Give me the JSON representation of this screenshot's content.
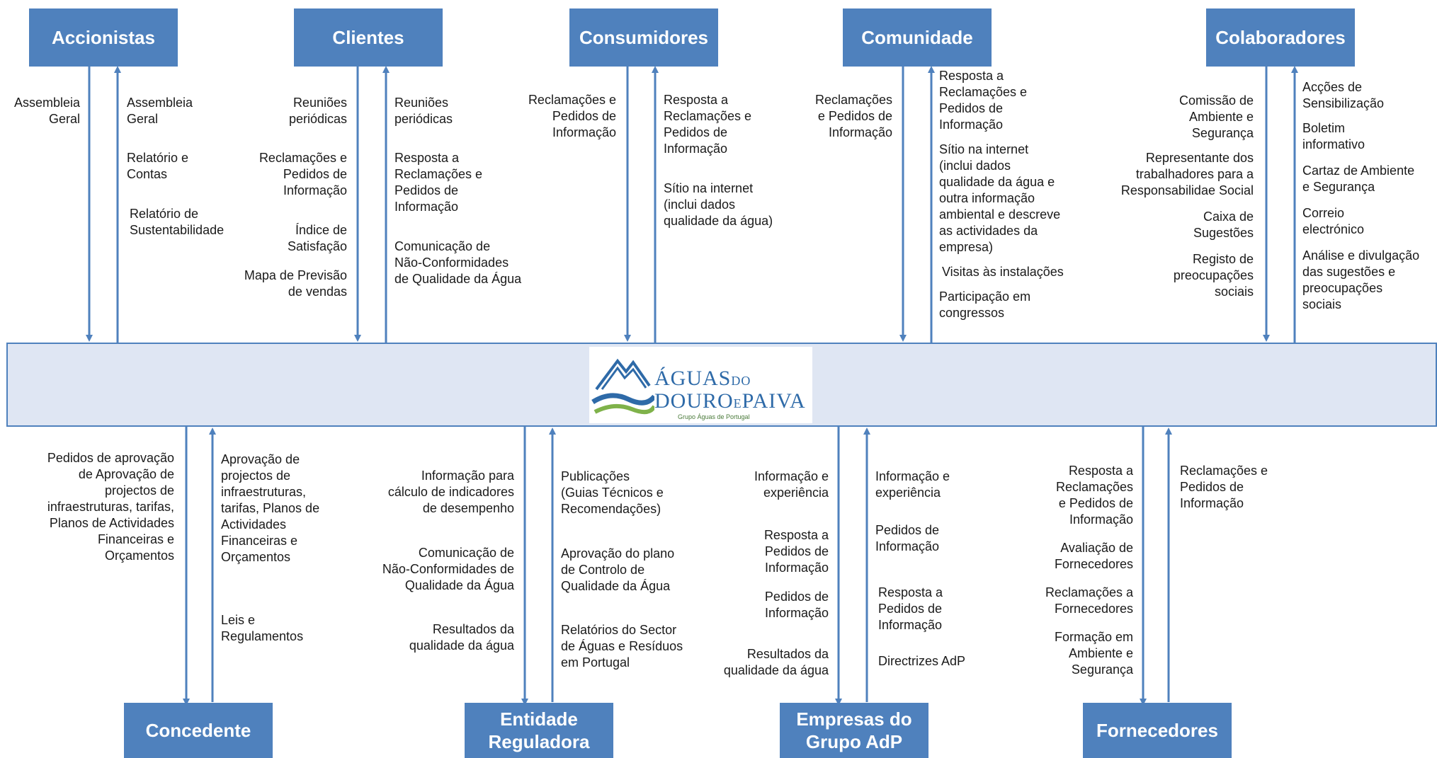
{
  "stakeholders": {
    "accionistas": "Accionistas",
    "clientes": "Clientes",
    "consumidores": "Consumidores",
    "comunidade": "Comunidade",
    "colaboradores": "Colaboradores",
    "concedente": "Concedente",
    "entidade_reguladora": "Entidade\nReguladora",
    "empresas_grupo": "Empresas do\nGrupo AdP",
    "fornecedores": "Fornecedores"
  },
  "logo": {
    "line1_big": "ÁGUAS",
    "line1_small": "DO",
    "line2_big": "DOURO",
    "line2_small": "E",
    "line2_big2": "PAIVA",
    "tagline": "Grupo Águas de Portugal"
  },
  "flows": {
    "accionistas_in": [
      "Assembleia\nGeral"
    ],
    "accionistas_out": [
      "Assembleia\nGeral",
      "Relatório e\nContas",
      "Relatório de\nSustentabilidade"
    ],
    "clientes_in": [
      "Reuniões\nperiódicas",
      "Reclamações e\nPedidos de\nInformação",
      "Índice de\nSatisfação",
      "Mapa de Previsão\nde vendas"
    ],
    "clientes_out": [
      "Reuniões\nperiódicas",
      "Resposta a\nReclamações e\nPedidos de\nInformação",
      "Comunicação de\nNão-Conformidades\nde Qualidade da Água"
    ],
    "consumidores_in": [
      "Reclamações e\nPedidos de\nInformação"
    ],
    "consumidores_out": [
      "Resposta a\nReclamações e\nPedidos de\nInformação",
      "Sítio na internet\n(inclui dados\nqualidade da água)"
    ],
    "comunidade_in": [
      "Reclamações\ne Pedidos de\nInformação"
    ],
    "comunidade_out": [
      "Resposta a\nReclamações e\nPedidos de\nInformação",
      "Sítio na internet\n(inclui dados\nqualidade da água e\noutra informação\nambiental e descreve\nas actividades da\nempresa)",
      "Visitas às instalações",
      "Participação em\ncongressos"
    ],
    "colaboradores_in": [
      "Comissão de\nAmbiente e\nSegurança",
      "Representante dos\ntrabalhadores para a\nResponsabilidae Social",
      "Caixa de\nSugestões",
      "Registo de\npreocupações\nsociais"
    ],
    "colaboradores_out": [
      "Acções de\nSensibilização",
      "Boletim\ninformativo",
      "Cartaz de Ambiente\ne Segurança",
      "Correio\nelectrónico",
      "Análise e divulgação\ndas sugestões e\npreocupações\nsociais"
    ],
    "concedente_in": [
      "Pedidos de aprovação\nde Aprovação de\nprojectos de\ninfraestruturas, tarifas,\nPlanos de Actividades\nFinanceiras e\nOrçamentos"
    ],
    "concedente_out": [
      "Aprovação de\nprojectos de\ninfraestruturas,\ntarifas, Planos de\nActividades\nFinanceiras e\nOrçamentos",
      "Leis e\nRegulamentos"
    ],
    "reguladora_in": [
      "Informação para\ncálculo de indicadores\nde desempenho",
      "Comunicação de\nNão-Conformidades de\nQualidade da Água",
      "Resultados da\nqualidade da água"
    ],
    "reguladora_out": [
      "Publicações\n(Guias Técnicos e\nRecomendações)",
      "Aprovação do plano\nde Controlo de\nQualidade da Água",
      "Relatórios do Sector\nde Águas e Resíduos\nem Portugal"
    ],
    "grupo_in": [
      "Informação e\nexperiência",
      "Resposta a\nPedidos de\nInformação",
      "Pedidos de\nInformação",
      "Resultados da\nqualidade da água"
    ],
    "grupo_out": [
      "Informação e\nexperiência",
      "Pedidos de\nInformação",
      "Resposta a\nPedidos de\nInformação",
      "Directrizes AdP"
    ],
    "fornecedores_in": [
      "Resposta a\nReclamações\ne Pedidos de\nInformação",
      "Avaliação de\nFornecedores",
      "Reclamações a\nFornecedores",
      "Formação em\nAmbiente e\nSegurança"
    ],
    "fornecedores_out": [
      "Reclamações e\nPedidos de\nInformação"
    ]
  },
  "colors": {
    "box": "#4f81bd",
    "band": "#dfe6f3",
    "arrow": "#4f81bd"
  }
}
